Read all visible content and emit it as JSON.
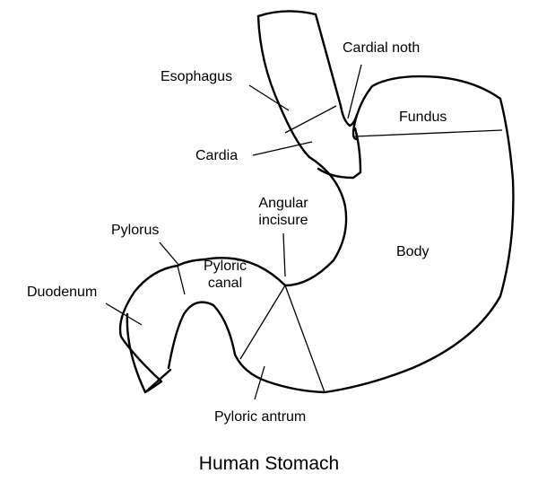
{
  "diagram": {
    "caption": "Human Stomach",
    "labels": {
      "esophagus": "Esophagus",
      "cardial_noth": "Cardial noth",
      "fundus": "Fundus",
      "cardia": "Cardia",
      "angular_incisure_1": "Angular",
      "angular_incisure_2": "incisure",
      "body": "Body",
      "pylorus": "Pylorus",
      "pyloric_canal_1": "Pyloric",
      "pyloric_canal_2": "canal",
      "duodenum": "Duodenum",
      "pyloric_antrum": "Pyloric antrum"
    }
  }
}
